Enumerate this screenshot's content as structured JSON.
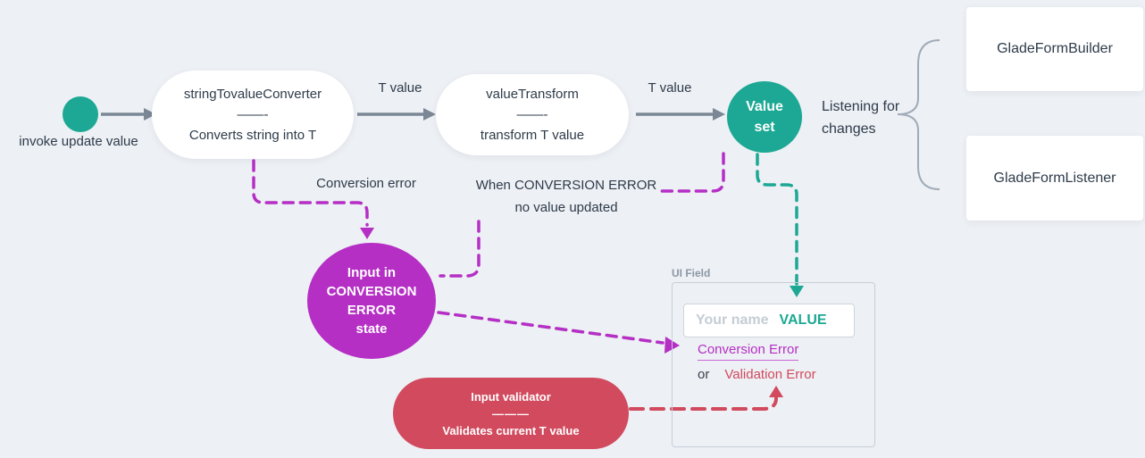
{
  "colors": {
    "bg": "#edf0f4",
    "dark": "#2e3b4a",
    "teal": "#1ca894",
    "magenta": "#b52fc5",
    "crimson": "#d14a5e",
    "arrow": "#7b8795",
    "brace": "#9fabb8",
    "boxborder": "#c5cfd9",
    "muted": "#8b98a6",
    "placeholder": "#c4cdd5",
    "inputborder": "#cdd5dd"
  },
  "start": {
    "label": "invoke update value"
  },
  "nodes": {
    "converter": {
      "title": "stringTovalueConverter",
      "divider": "——-",
      "subtitle": "Converts string into T"
    },
    "transform": {
      "title": "valueTransform",
      "divider": "——-",
      "subtitle": "transform T value"
    },
    "value_set": {
      "line1": "Value",
      "line2": "set"
    },
    "error_state": {
      "line1": "Input in",
      "line2": "CONVERSION",
      "line3": "ERROR",
      "line4": "state"
    },
    "validator": {
      "title": "Input validator",
      "divider": "———",
      "subtitle": "Validates current T value"
    }
  },
  "edges": {
    "t_value_1": "T value",
    "t_value_2": "T value",
    "conversion_error": "Conversion error",
    "when_error_line1": "When CONVERSION ERROR",
    "when_error_line2": "no value updated",
    "listening_line1": "Listening for",
    "listening_line2": "changes"
  },
  "listeners": {
    "builder": "GladeFormBuilder",
    "listener": "GladeFormListener"
  },
  "ui_field": {
    "label": "UI Field",
    "input": {
      "placeholder": "Your name",
      "value": "VALUE"
    },
    "conversion_error_link": "Conversion Error",
    "or": "or",
    "validation_error": "Validation Error"
  }
}
